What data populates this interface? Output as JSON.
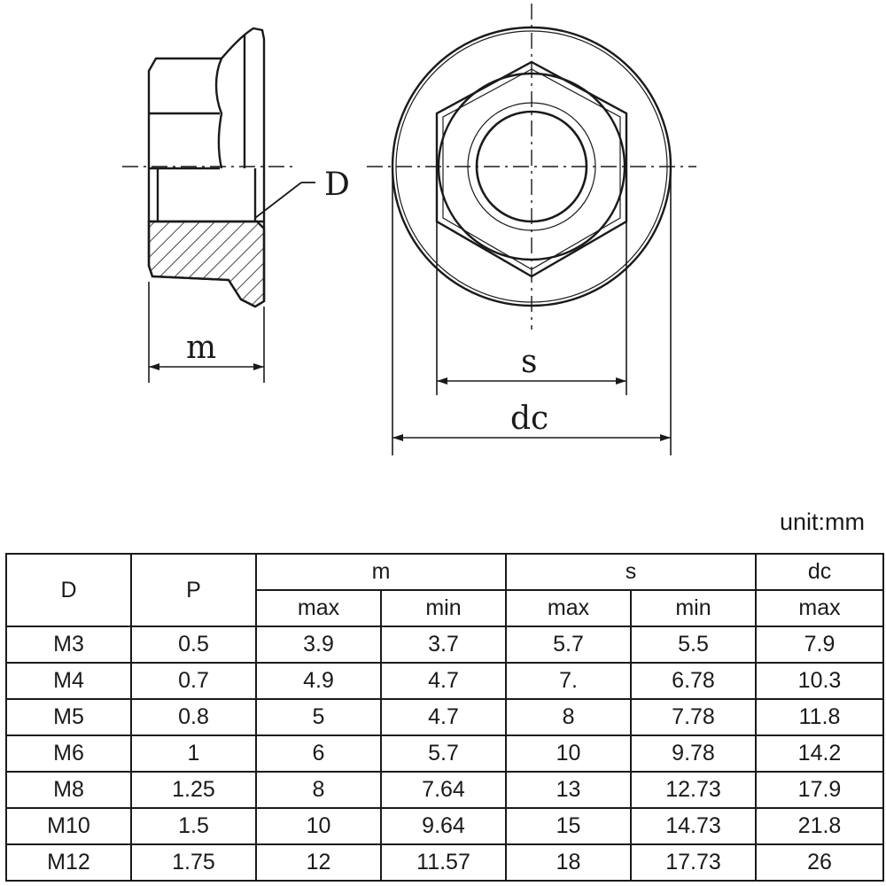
{
  "diagram": {
    "label_D": "D",
    "label_m": "m",
    "label_s": "s",
    "label_dc": "dc"
  },
  "unit_note": "unit:mm",
  "table": {
    "col_D": "D",
    "col_P": "P",
    "group_m": "m",
    "group_s": "s",
    "group_dc": "dc",
    "sub_max": "max",
    "sub_min": "min",
    "rows": [
      {
        "D": "M3",
        "P": "0.5",
        "m_max": "3.9",
        "m_min": "3.7",
        "s_max": "5.7",
        "s_min": "5.5",
        "dc_max": "7.9"
      },
      {
        "D": "M4",
        "P": "0.7",
        "m_max": "4.9",
        "m_min": "4.7",
        "s_max": "7.",
        "s_min": "6.78",
        "dc_max": "10.3"
      },
      {
        "D": "M5",
        "P": "0.8",
        "m_max": "5",
        "m_min": "4.7",
        "s_max": "8",
        "s_min": "7.78",
        "dc_max": "11.8"
      },
      {
        "D": "M6",
        "P": "1",
        "m_max": "6",
        "m_min": "5.7",
        "s_max": "10",
        "s_min": "9.78",
        "dc_max": "14.2"
      },
      {
        "D": "M8",
        "P": "1.25",
        "m_max": "8",
        "m_min": "7.64",
        "s_max": "13",
        "s_min": "12.73",
        "dc_max": "17.9"
      },
      {
        "D": "M10",
        "P": "1.5",
        "m_max": "10",
        "m_min": "9.64",
        "s_max": "15",
        "s_min": "14.73",
        "dc_max": "21.8"
      },
      {
        "D": "M12",
        "P": "1.75",
        "m_max": "12",
        "m_min": "11.57",
        "s_max": "18",
        "s_min": "17.73",
        "dc_max": "26"
      }
    ]
  }
}
